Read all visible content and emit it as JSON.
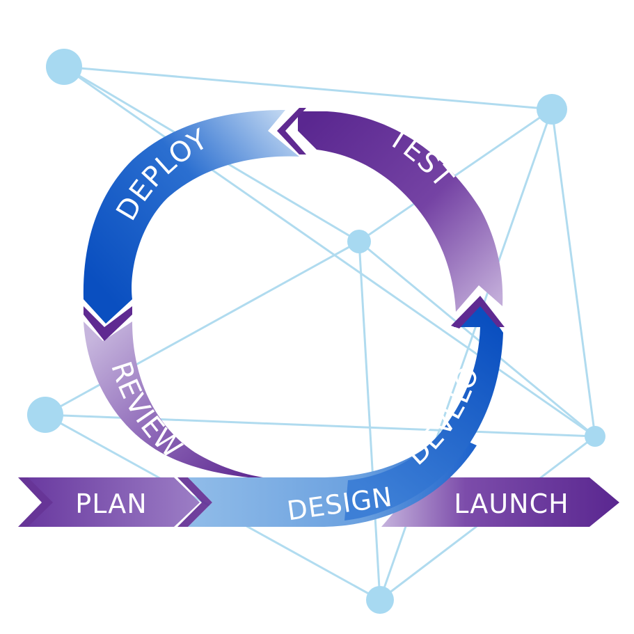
{
  "cycle": {
    "stages": [
      "DEPLOY",
      "TEST",
      "DEVELOP",
      "DESIGN",
      "REVIEW"
    ]
  },
  "bars": {
    "plan": "PLAN",
    "launch": "LAUNCH"
  },
  "colors": {
    "purple": "#5f2a91",
    "blue": "#0a55c4",
    "light_blue": "#86b5e6",
    "lavender": "#b8a1d3",
    "network_line": "#a8d8ee",
    "network_node": "#a7d9f1"
  }
}
